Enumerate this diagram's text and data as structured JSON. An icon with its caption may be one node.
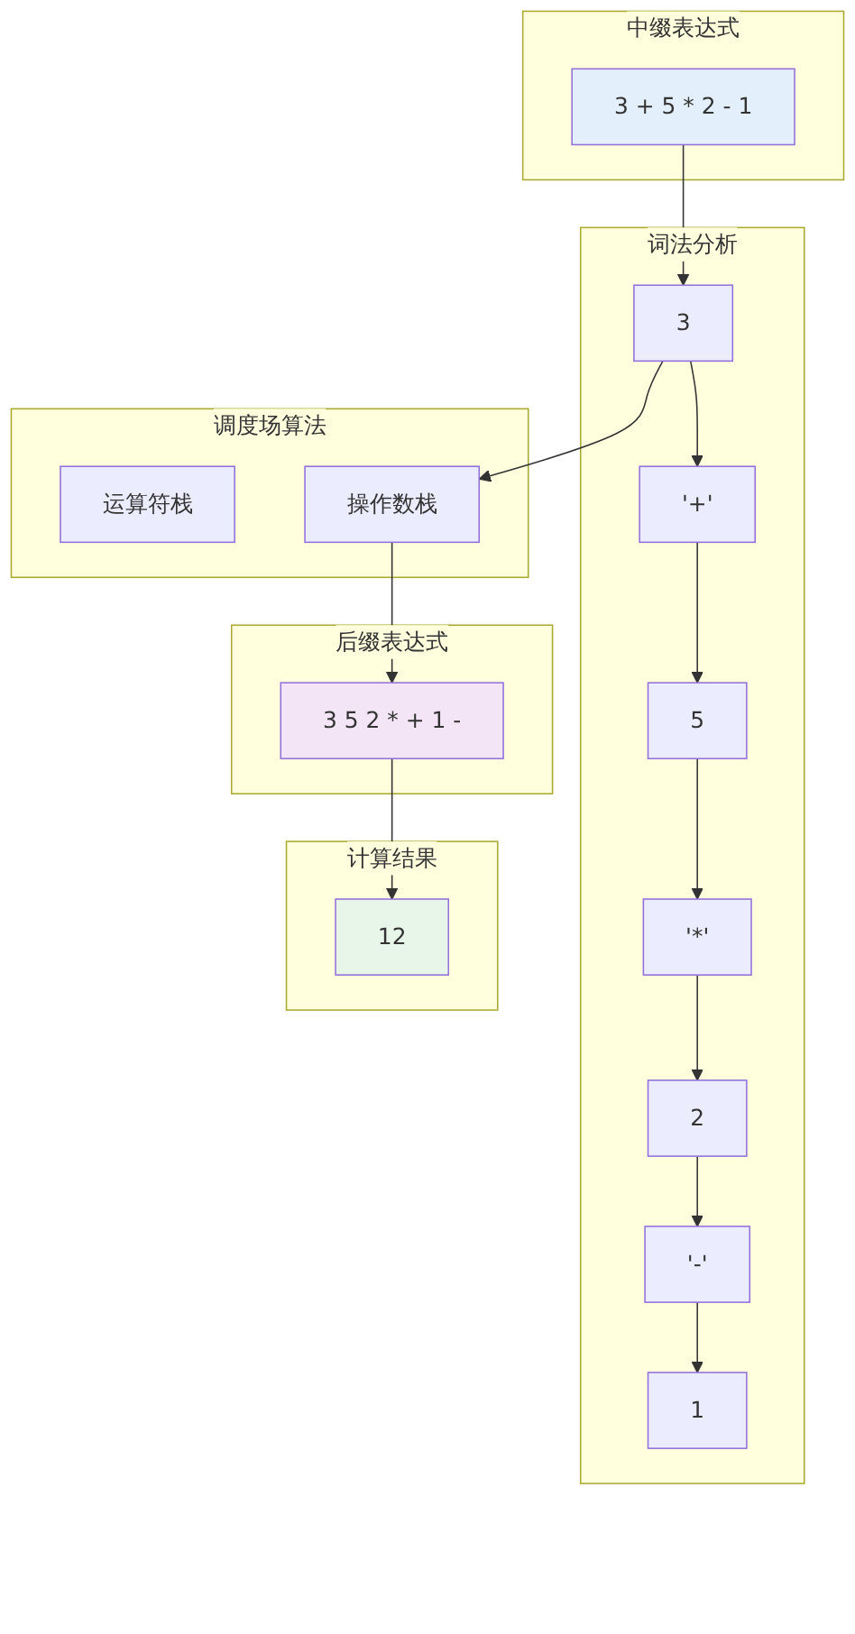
{
  "diagram": {
    "nodes": [
      {
        "text": [
          "中缀表达式"
        ]
      },
      {
        "text": [
          "3 + 5 * 2 - 1"
        ],
        "in": 0
      },
      {
        "text": [
          "词法分析"
        ]
      },
      {
        "text": [
          "3"
        ],
        "in": 2
      },
      {
        "text": [
          "'+'"
        ],
        "in": 2
      },
      {
        "text": [
          "5"
        ],
        "in": 2
      },
      {
        "text": [
          "'*'"
        ],
        "in": 2
      },
      {
        "text": [
          "2"
        ],
        "in": 2
      },
      {
        "text": [
          "'-'"
        ],
        "in": 2
      },
      {
        "text": [
          "1"
        ],
        "in": 2
      },
      {
        "text": [
          "调度场算法"
        ]
      },
      {
        "text": [
          "操作数栈"
        ],
        "in": 10
      },
      {
        "text": [
          "运算符栈"
        ],
        "in": 10
      },
      {
        "text": [
          "后缀表达式"
        ]
      },
      {
        "text": [
          "3 5 2 * + 1 -"
        ],
        "in": 13
      },
      {
        "text": [
          "计算结果"
        ]
      },
      {
        "text": [
          "12"
        ],
        "in": 15
      }
    ],
    "edges": [
      {
        "from": 1,
        "to": 3,
        "arrow": "to"
      },
      {
        "from": 3,
        "to": 4,
        "arrow": "to"
      },
      {
        "from": 4,
        "to": 5,
        "arrow": "to"
      },
      {
        "from": 5,
        "to": 6,
        "arrow": "to"
      },
      {
        "from": 6,
        "to": 7,
        "arrow": "to"
      },
      {
        "from": 7,
        "to": 8,
        "arrow": "to"
      },
      {
        "from": 8,
        "to": 9,
        "arrow": "to"
      },
      {
        "from": 3,
        "to": 11,
        "arrow": "to"
      },
      {
        "from": 11,
        "to": 14,
        "arrow": "to"
      },
      {
        "from": 14,
        "to": 16,
        "arrow": "to"
      }
    ]
  }
}
